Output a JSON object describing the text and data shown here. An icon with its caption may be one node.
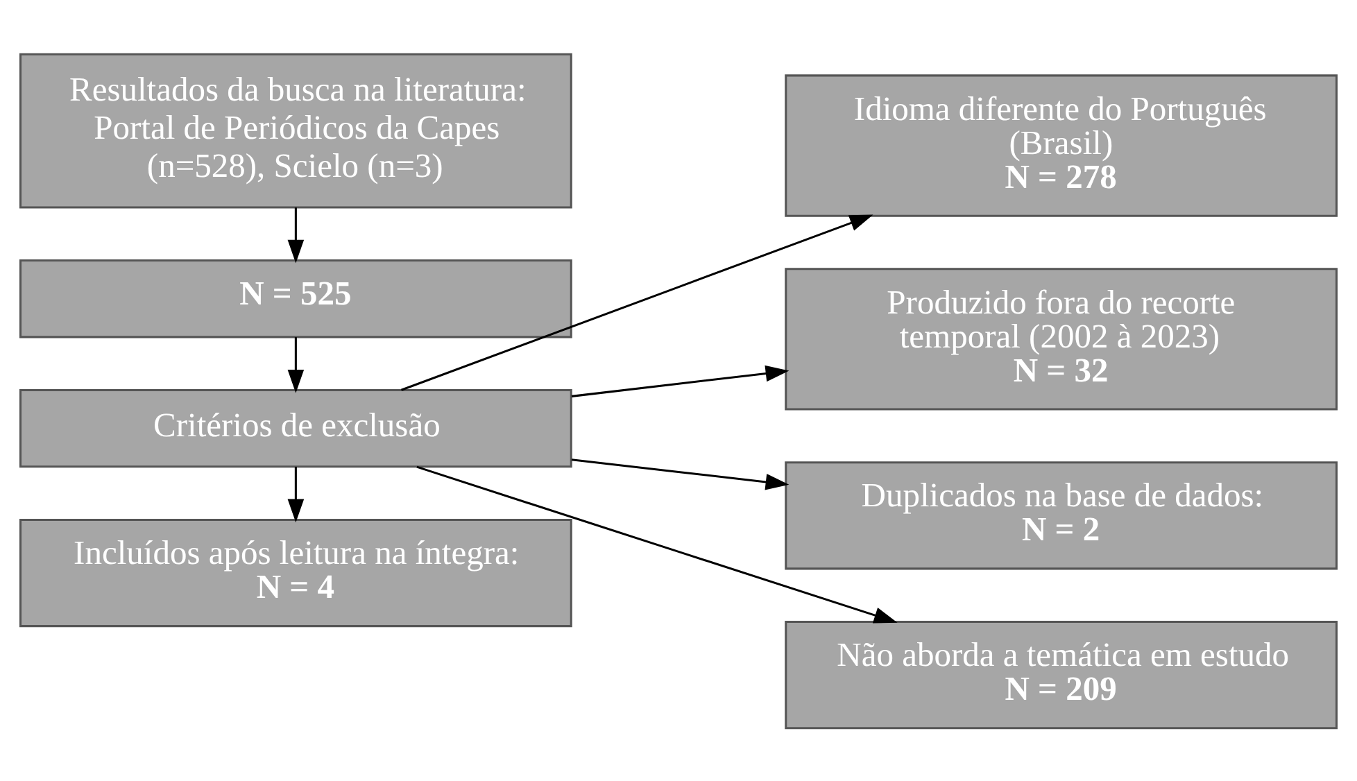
{
  "diagram": {
    "nodes": [
      {
        "text": [
          "Resultados da busca na literatura: Portal de Periódicos da Capes (n=528), Scielo (n=3)"
        ]
      },
      {
        "text": [
          "N = 525"
        ]
      },
      {
        "text": [
          "Critérios de exclusão"
        ]
      },
      {
        "text": [
          "Incluídos após leitura na íntegra:",
          "N = 4"
        ]
      },
      {
        "text": [
          "Idioma diferente do Português (Brasil)",
          "N = 278"
        ]
      },
      {
        "text": [
          "Produzido fora do recorte temporal (2002 à 2023)",
          "N = 32"
        ]
      },
      {
        "text": [
          "Duplicados na base de dados:",
          "N = 2"
        ]
      },
      {
        "text": [
          "Não aborda a temática em estudo",
          "N = 209"
        ]
      }
    ],
    "edges": [
      {
        "from": 0,
        "to": 1,
        "arrow": "to"
      },
      {
        "from": 1,
        "to": 2,
        "arrow": "to"
      },
      {
        "from": 2,
        "to": 3,
        "arrow": "to"
      },
      {
        "from": 2,
        "to": 4,
        "arrow": "to"
      },
      {
        "from": 2,
        "to": 5,
        "arrow": "to"
      },
      {
        "from": 2,
        "to": 6,
        "arrow": "to"
      },
      {
        "from": 2,
        "to": 7,
        "arrow": "to"
      }
    ]
  }
}
